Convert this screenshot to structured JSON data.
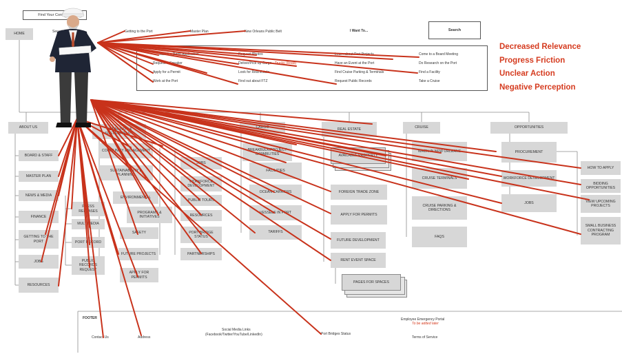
{
  "find_container": "Find Your Container",
  "home": "HOME",
  "security": "Security",
  "search": "Search",
  "top_nav": {
    "getting_to_port": "Getting to the Port",
    "master_plan": "Master Plan",
    "public_belt": "New Orleans Public Belt"
  },
  "i_want_to": {
    "heading": "I Want To...",
    "items": [
      {
        "text": "Submit a Berth Application"
      },
      {
        "text": "Request Photos"
      },
      {
        "text": "Learn about Port Projects"
      },
      {
        "text": "Come to a Board Meeting"
      },
      {
        "text": "Request a Speaker"
      },
      {
        "text": "Deliver/Pick up Cargo - ",
        "extra": "Trucks (Road)"
      },
      {
        "text": "Have an Event at the Port"
      },
      {
        "text": "Do Research on the Port"
      },
      {
        "text": "Apply for a Permit"
      },
      {
        "text": "Look for Real Estate"
      },
      {
        "text": "Find Cruise Parking & Terminals"
      },
      {
        "text": "Find a Facility"
      },
      {
        "text": "Work at the Port"
      },
      {
        "text": "Find out about FTZ"
      },
      {
        "text": "Request Public Records"
      },
      {
        "text": "Take a Cruise"
      }
    ]
  },
  "legend": [
    "Decreased Relevance",
    "Progress Friction",
    "Unclear Action",
    "Negative Perception"
  ],
  "about": {
    "title": "ABOUT US",
    "items": [
      "BOARD & STAFF",
      "MASTER PLAN",
      "NEWS & MEDIA",
      "FINANCE",
      "GETTING TO THE PORT",
      "JOBS",
      "RESOURCES"
    ],
    "sub": [
      "PRESS RELEASES",
      "MULTIMEDIA",
      "PORT RECORD",
      "PUBLIC RECORDS REQUEST"
    ]
  },
  "community": {
    "title": "COMMUNITY & SUSTAINABILITY",
    "items": [
      "COMMUNITY ENGAGEMENT",
      "SUSTAINABILITY & PLANNING",
      "ENVIRONMENTAL",
      "SAFETY",
      "FUTURE PROJECTS",
      "APPLY FOR PERMITS"
    ],
    "sub": [
      "PROGRAMS & INITIATIVES"
    ],
    "col2": [
      "JOBS",
      "WORKFORCE DEVELOPMENT",
      "PUBLIC TOURS",
      "RESOURCES",
      "PORT BRIDGE STATUS",
      "PARTNERSHIPS"
    ]
  },
  "cargo": {
    "title": "CARGO",
    "items": [
      "BREAKBULK/PROJECT CAPABILITIES",
      "FACILITIES",
      "OCEAN CARRIERS",
      "VESSELS IN PORT",
      "TARIFFS"
    ]
  },
  "real_estate": {
    "title": "REAL ESTATE",
    "items": [
      "AVAILABLE PROPERTY",
      "FOREIGN TRADE ZONE",
      "APPLY FOR PERMITS",
      "FUTURE DEVELOPMENT",
      "RENT EVENT SPACE",
      "PAGES FOR SPACES"
    ]
  },
  "cruise": {
    "title": "CRUISE",
    "items": [
      "WHEN IN NEW ORLEANS",
      "CRUISE TERMINALS",
      "CRUISE PARKING & DIRECTIONS",
      "FAQS"
    ]
  },
  "opportunities": {
    "title": "OPPORTUNITIES",
    "items": [
      "PROCUREMENT",
      "WORKFORCE DEVELOPMENT",
      "JOBS"
    ],
    "sub": [
      "HOW TO APPLY",
      "BIDDING OPPORTUNITIES",
      "VIEW UPCOMING PROJECTS",
      "SMALL BUSINESS CONTRACTING PROGRAM"
    ]
  },
  "footer": {
    "label": "FOOTER",
    "contact": "Contact Us",
    "address": "Address",
    "social": "Social Media Links",
    "social_list": "(Facebook/Twitter/YouTube/LinkedIn)",
    "bridges": "Port Bridges Status",
    "emergency": "Employee Emergency Portal",
    "emergency_note": "To be added later",
    "terms": "Terms of Service"
  }
}
